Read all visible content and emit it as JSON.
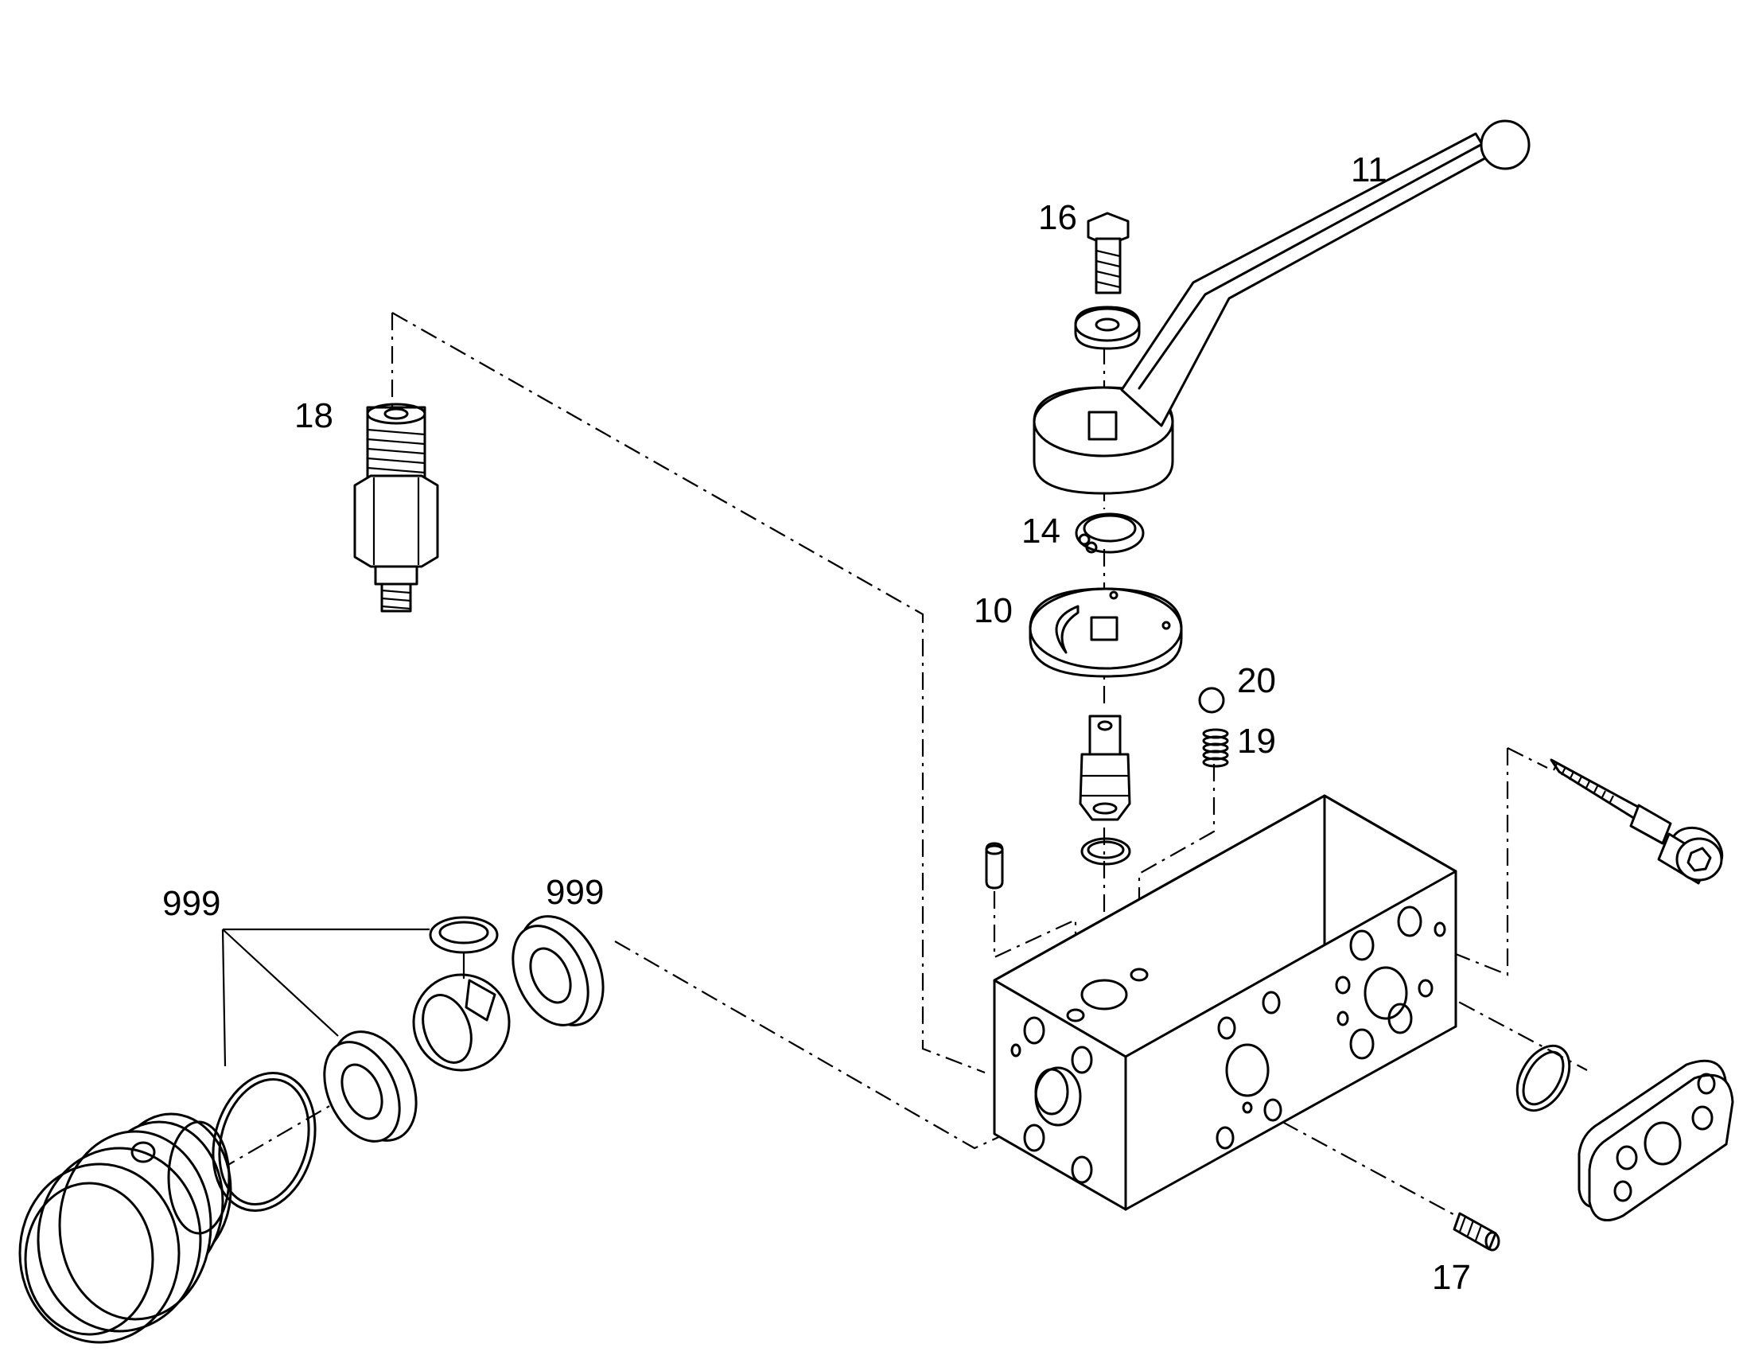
{
  "diagram": {
    "callouts": {
      "p10": "10",
      "p11": "11",
      "p14": "14",
      "p16": "16",
      "p17": "17",
      "p18": "18",
      "p19": "19",
      "p20": "20",
      "p999_left": "999",
      "p999_right": "999"
    }
  }
}
